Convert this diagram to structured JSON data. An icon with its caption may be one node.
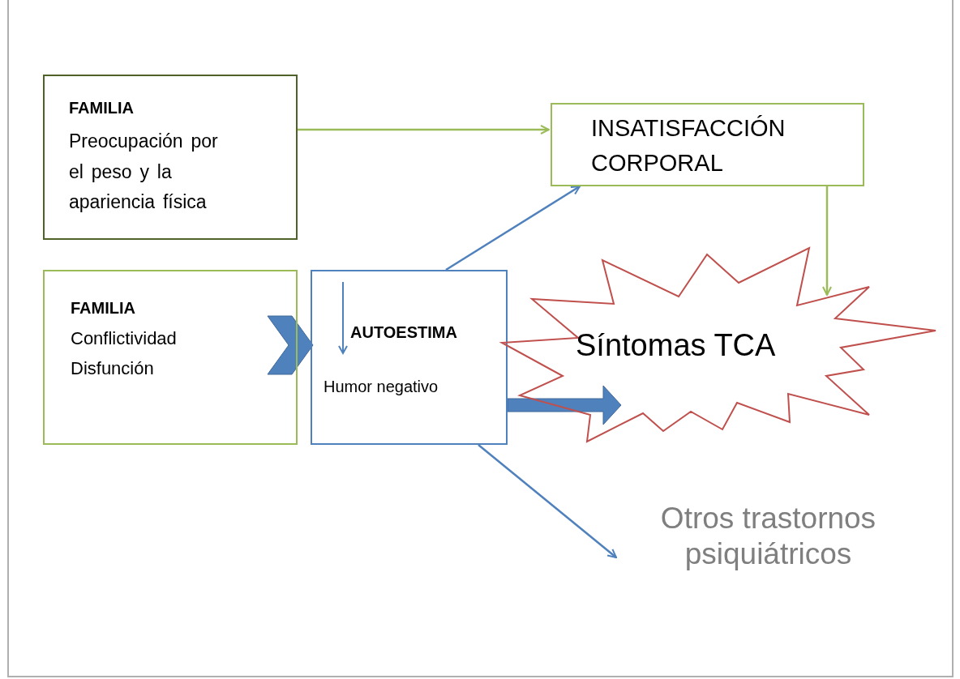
{
  "diagram": {
    "nodes": [
      {
        "text": [
          "FAMILIA",
          "Preocupación por el peso y la apariencia física"
        ]
      },
      {
        "text": [
          "FAMILIA",
          "Conflictividad",
          "Disfunción"
        ]
      },
      {
        "text": [
          "INSATISFACCIÓN CORPORAL"
        ]
      },
      {
        "text": [
          "AUTOESTIMA",
          "Humor negativo"
        ]
      },
      {
        "text": [
          "Síntomas TCA"
        ]
      },
      {
        "text": [
          "Otros trastornos psiquiátricos"
        ]
      }
    ],
    "edges": [
      {
        "from": 0,
        "to": 2,
        "arrow": "to",
        "color": "#9bbb59"
      },
      {
        "from": 3,
        "to": 2,
        "arrow": "to",
        "color": "#4f81bd"
      },
      {
        "from": 2,
        "to": 4,
        "arrow": "to",
        "color": "#9bbb59"
      },
      {
        "from": 1,
        "to": 3,
        "arrow": "to",
        "style": "thick",
        "color": "#4f81bd"
      },
      {
        "from": 3,
        "to": 4,
        "arrow": "to",
        "style": "thick",
        "color": "#4f81bd"
      },
      {
        "from": 3,
        "to": 5,
        "arrow": "to",
        "color": "#4f81bd"
      }
    ]
  }
}
